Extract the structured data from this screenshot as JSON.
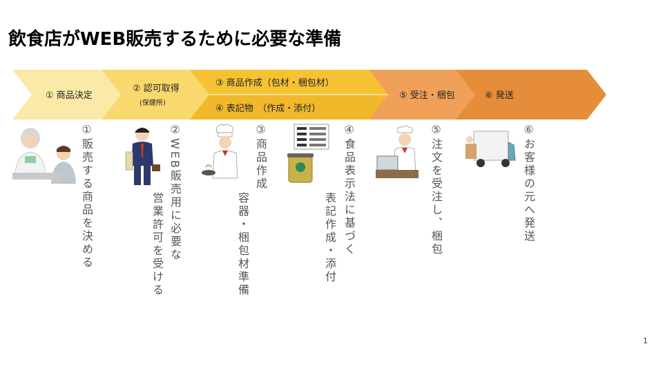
{
  "title": "飲食店がWEB販売するために必要な準備",
  "steps": {
    "s1": "① 商品決定",
    "s2": "② 認可取得",
    "s2_sub": "(保健所)",
    "s3a": "③ 商品作成（包材・梱包材）",
    "s3b": "④ 表記物　（作成・添付）",
    "s5": "⑤ 受注・梱包",
    "s6": "⑥ 発送"
  },
  "details": {
    "d1": "①販売する商品を決める",
    "d2a": "②WEB販売用に必要な",
    "d2b": "営業許可を受ける",
    "d3a": "③商品作成",
    "d3b": "容器・梱包材準備",
    "d4a": "④食品表示法に基づく",
    "d4b": "表記作成・添付",
    "d5": "⑤注文を受注し、梱包",
    "d6": "⑥お客様の元へ発送"
  },
  "icons": [
    "doctor-consultation-illustration",
    "businessman-illustration",
    "chef-cooking-illustration",
    "food-label-illustration",
    "chef-laptop-illustration",
    "delivery-truck-illustration"
  ],
  "colors": {
    "step1": "#fbe9a8",
    "step2": "#f9d96e",
    "step3": "#f5c233",
    "step3b": "#f1b82c",
    "step5": "#f1a05a",
    "step6": "#e58d3a",
    "outline": "#e0a040"
  },
  "page_number": "1"
}
